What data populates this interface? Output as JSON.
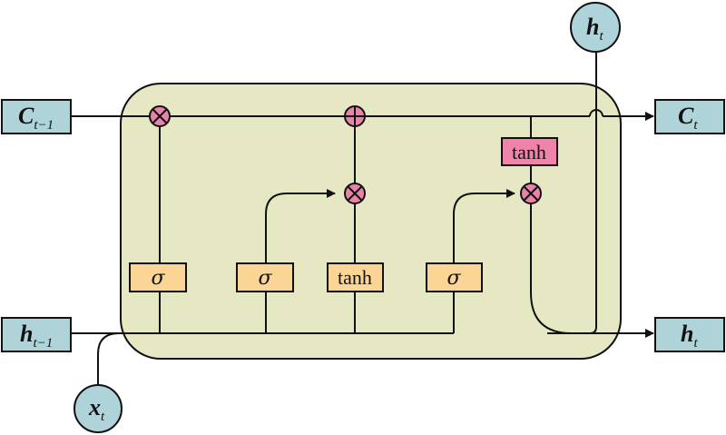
{
  "inputs": {
    "cell_prev": {
      "main": "C",
      "sub": "t−1"
    },
    "hidden_prev": {
      "main": "h",
      "sub": "t−1"
    },
    "input": {
      "main": "x",
      "sub": "t"
    }
  },
  "outputs": {
    "cell": {
      "main": "C",
      "sub": "t"
    },
    "hidden": {
      "main": "h",
      "sub": "t"
    },
    "hidden_top": {
      "main": "h",
      "sub": "t"
    }
  },
  "gates": {
    "forget": "σ",
    "input": "σ",
    "candidate": "tanh",
    "output": "σ",
    "cell_activation": "tanh"
  },
  "colors": {
    "cell_fill": "#e6e8c4",
    "io_box": "#aed4da",
    "gate_box": "#fad596",
    "tanh_output_box": "#ee84aa",
    "operator": "#e884a8"
  }
}
